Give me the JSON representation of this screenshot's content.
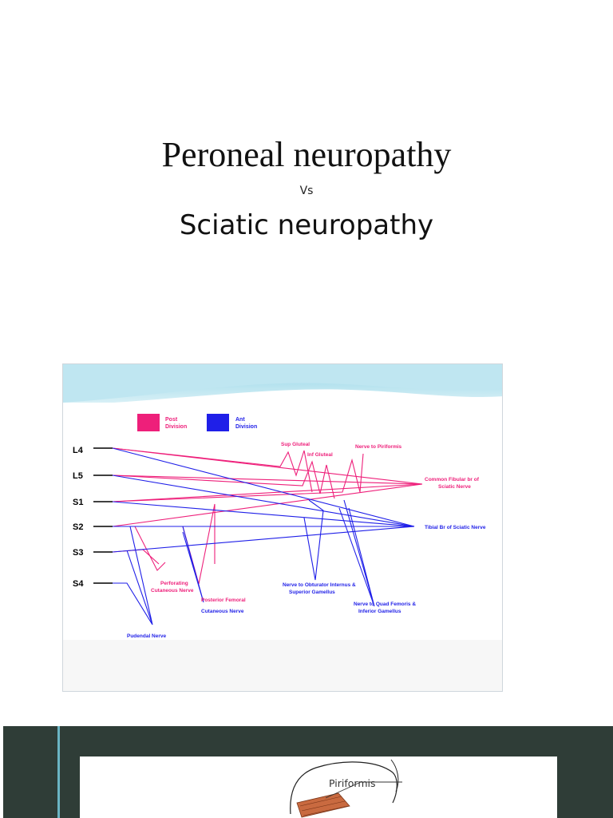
{
  "heading": {
    "title": "Peroneal neuropathy",
    "vs": "Vs",
    "subtitle": "Sciatic neuropathy"
  },
  "nerve_diagram": {
    "legend": {
      "post": {
        "label_1": "Post",
        "label_2": "Division",
        "color": "#ee1f7a"
      },
      "ant": {
        "label_1": "Ant",
        "label_2": "Division",
        "color": "#1f1fe8"
      }
    },
    "roots": [
      "L4",
      "L5",
      "S1",
      "S2",
      "S3",
      "S4"
    ],
    "branches": {
      "sup_gluteal": "Sup Gluteal",
      "inf_gluteal": "Inf Gluteal",
      "piriformis": "Nerve to Piriformis",
      "common_fibular_1": "Common Fibular br of",
      "common_fibular_2": "Sciatic Nerve",
      "tibial": "Tibial Br of Sciatic Nerve",
      "perforating_1": "Perforating",
      "perforating_2": "Cutaneous Nerve",
      "post_femoral_1": "Posterior Femoral",
      "post_femoral_2": "Cutaneous Nerve",
      "obturator_1": "Nerve to Obturator Internus &",
      "obturator_2": "Superior Gamellus",
      "quad_femoris_1": "Nerve to Quad Femoris &",
      "quad_femoris_2": "Inferior Gamellus",
      "pudendal": "Pudendal Nerve"
    }
  },
  "muscle_figure": {
    "label": "Piriformis",
    "muscle_color": "#c96a40",
    "background_color": "#2f3d37"
  }
}
